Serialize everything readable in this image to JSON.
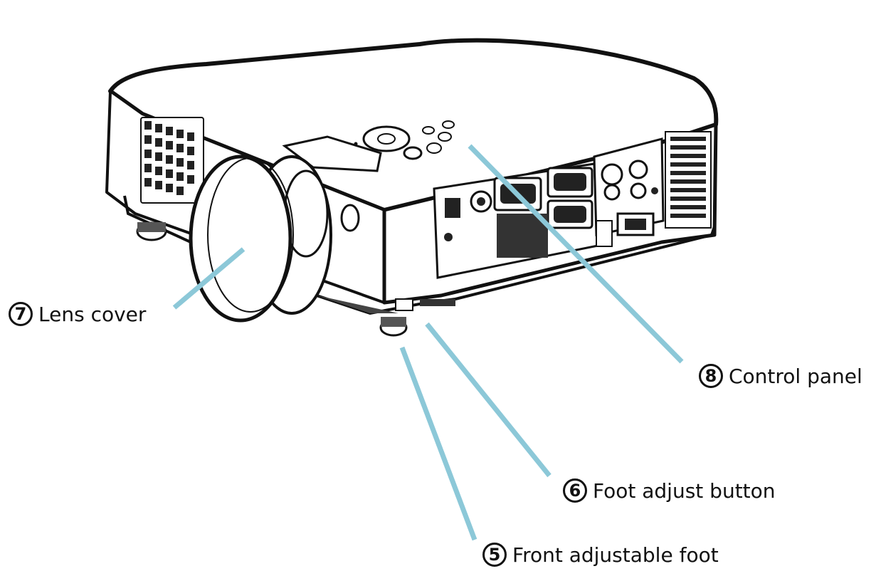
{
  "callouts": [
    {
      "number": "7",
      "label": "Lens cover"
    },
    {
      "number": "8",
      "label": "Control panel"
    },
    {
      "number": "6",
      "label": "Foot adjust button"
    },
    {
      "number": "5",
      "label": "Front adjustable foot"
    }
  ],
  "colors": {
    "leader_line": "#8cc8d8",
    "outline": "#111111",
    "background": "#ffffff"
  }
}
